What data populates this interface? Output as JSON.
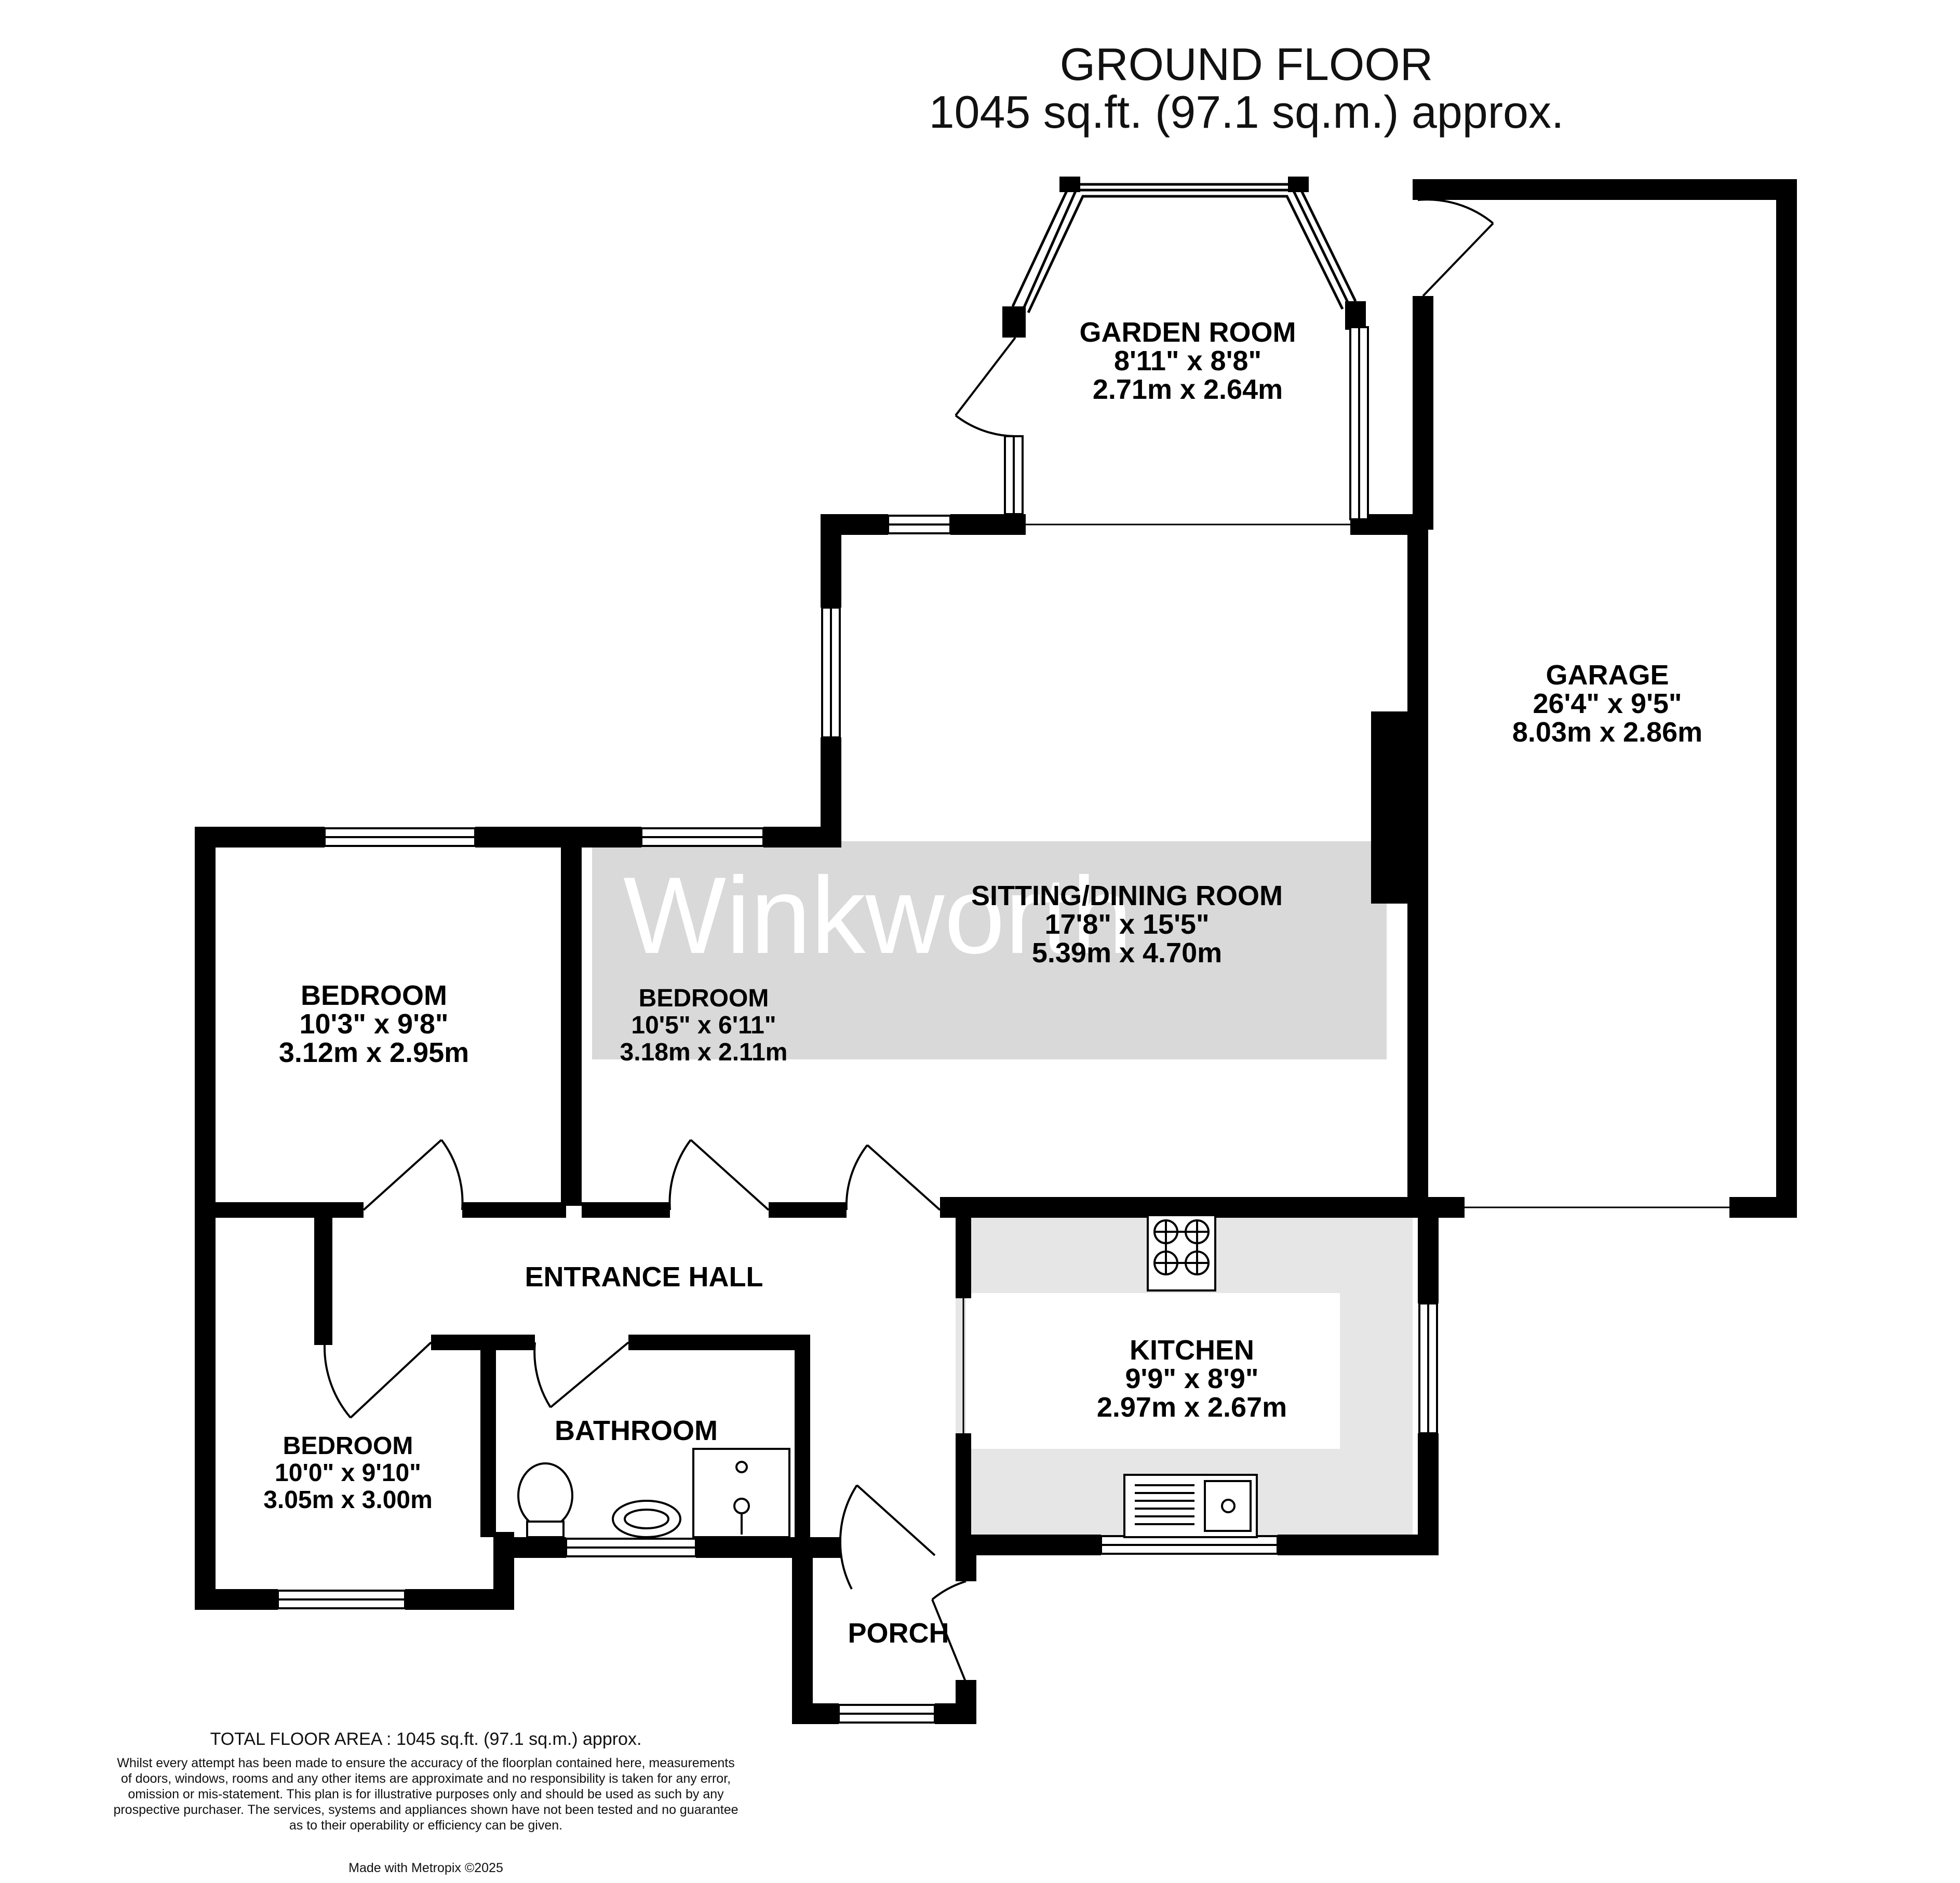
{
  "header": {
    "floor": "GROUND FLOOR",
    "area": "1045 sq.ft. (97.1 sq.m.) approx."
  },
  "watermark": "Winkworth",
  "rooms": {
    "garden_room": {
      "name": "GARDEN ROOM",
      "imperial": "8'11\"  x 8'8\"",
      "metric": "2.71m  x 2.64m"
    },
    "garage": {
      "name": "GARAGE",
      "imperial": "26'4\"  x 9'5\"",
      "metric": "8.03m  x 2.86m"
    },
    "sitting_dining": {
      "name": "SITTING/DINING ROOM",
      "imperial": "17'8\"  x 15'5\"",
      "metric": "5.39m  x 4.70m"
    },
    "bedroom_1": {
      "name": "BEDROOM",
      "imperial": "10'3\"  x 9'8\"",
      "metric": "3.12m  x 2.95m"
    },
    "bedroom_2": {
      "name": "BEDROOM",
      "imperial": "10'5\"  x 6'11\"",
      "metric": "3.18m  x 2.11m"
    },
    "bedroom_3": {
      "name": "BEDROOM",
      "imperial": "10'0\"  x 9'10\"",
      "metric": "3.05m  x 3.00m"
    },
    "entrance_hall": {
      "name": "ENTRANCE HALL"
    },
    "bathroom": {
      "name": "BATHROOM"
    },
    "kitchen": {
      "name": "KITCHEN",
      "imperial": "9'9\"  x 8'9\"",
      "metric": "2.97m  x 2.67m"
    },
    "porch": {
      "name": "PORCH"
    }
  },
  "footer": {
    "total": "TOTAL FLOOR AREA : 1045 sq.ft. (97.1 sq.m.) approx.",
    "disclaimer": [
      "Whilst every attempt has been made to ensure the accuracy of the floorplan contained here, measurements",
      "of doors, windows, rooms and any other items are approximate and no responsibility is taken for any error,",
      "omission or mis-statement. This plan is for illustrative purposes only and should be used as such by any",
      "prospective purchaser. The services, systems and appliances shown have not been tested and no guarantee",
      "as to their operability or efficiency can be given."
    ],
    "made_with": "Made with Metropix ©2025"
  },
  "colors": {
    "wall": "#000000",
    "background": "#ffffff",
    "kitchen_fill": "#e6e6e6",
    "watermark_band": "#d9d9d9",
    "watermark_text": "#ffffff"
  }
}
